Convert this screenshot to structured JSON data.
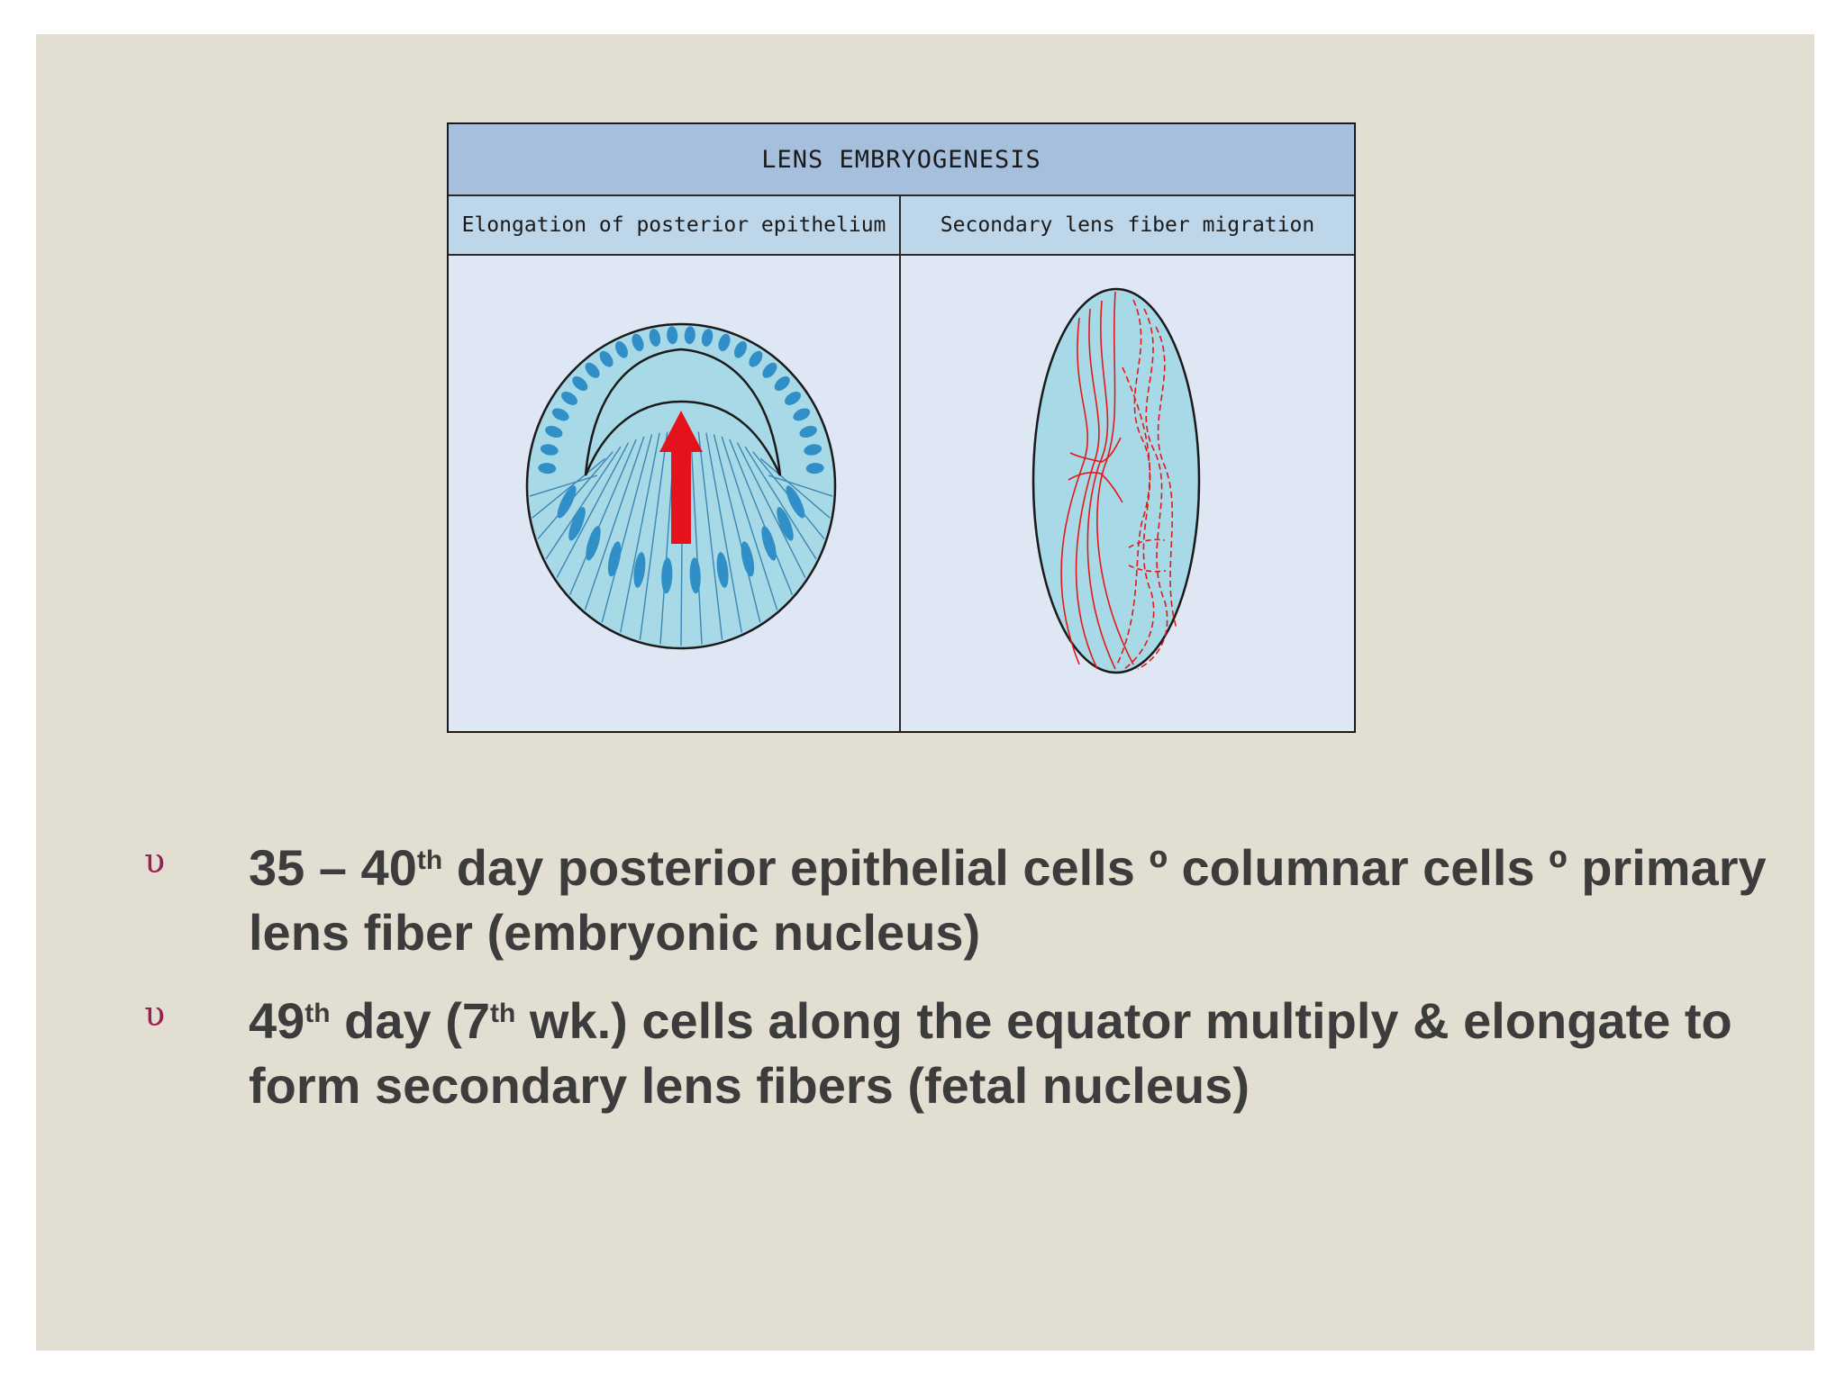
{
  "figure": {
    "title": "LENS EMBRYOGENESIS",
    "left_caption": "Elongation of posterior epithelium",
    "right_caption": "Secondary lens fiber migration"
  },
  "bullets": [
    {
      "marker": "υ",
      "parts": [
        {
          "text": "35 – 40"
        },
        {
          "sup": "th"
        },
        {
          "text": " day posterior epithelial cells º columnar cells º primary lens fiber (embryonic nucleus)"
        }
      ]
    },
    {
      "marker": "υ",
      "parts": [
        {
          "text": "49"
        },
        {
          "sup": "th"
        },
        {
          "text": " day (7"
        },
        {
          "sup": "th"
        },
        {
          "text": " wk.) cells along the equator multiply & elongate to form secondary lens fibers (fetal nucleus)"
        }
      ]
    }
  ],
  "colors": {
    "background": "#e2dfd2",
    "bullet_marker": "#9a1f52",
    "body_text": "#3c3c3c",
    "figure_title_bar": "#a6bfdd",
    "figure_caption_bar": "#bed6ea",
    "figure_panel": "#dfe7f5",
    "lens_fill": "#a8d9e7",
    "nucleus": "#2f8fc6",
    "arrow": "#e3121c",
    "fibers": "#e31818"
  }
}
